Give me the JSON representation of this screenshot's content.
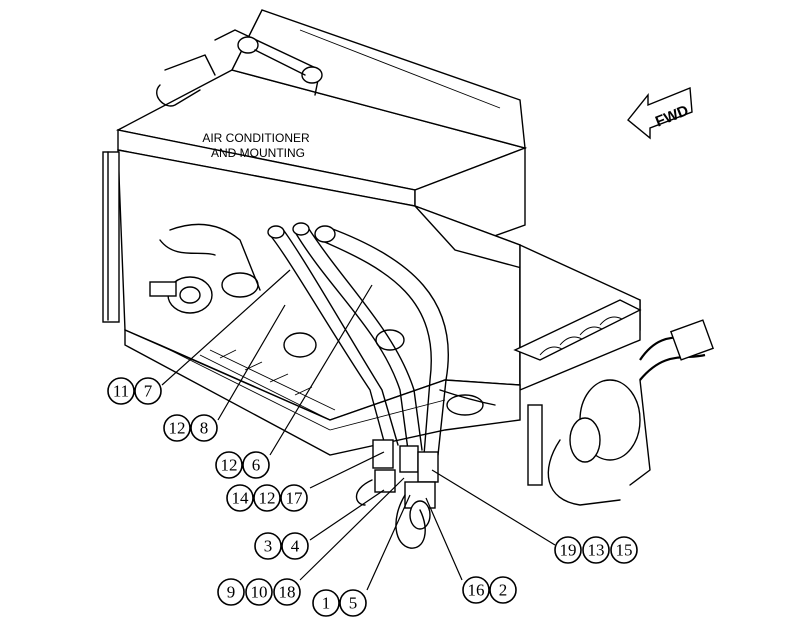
{
  "diagram": {
    "assembly_label": [
      "AIR CONDITIONER",
      "AND MOUNTING"
    ],
    "direction_label": "FWD",
    "callouts": [
      {
        "id": "g1",
        "numbers": [
          "11",
          "7"
        ]
      },
      {
        "id": "g2",
        "numbers": [
          "12",
          "8"
        ]
      },
      {
        "id": "g3",
        "numbers": [
          "12",
          "6"
        ]
      },
      {
        "id": "g4",
        "numbers": [
          "14",
          "12",
          "17"
        ]
      },
      {
        "id": "g5",
        "numbers": [
          "3",
          "4"
        ]
      },
      {
        "id": "g6",
        "numbers": [
          "9",
          "10",
          "18"
        ]
      },
      {
        "id": "g7",
        "numbers": [
          "1",
          "5"
        ]
      },
      {
        "id": "g8",
        "numbers": [
          "16",
          "2"
        ]
      },
      {
        "id": "g9",
        "numbers": [
          "19",
          "13",
          "15"
        ]
      }
    ]
  }
}
